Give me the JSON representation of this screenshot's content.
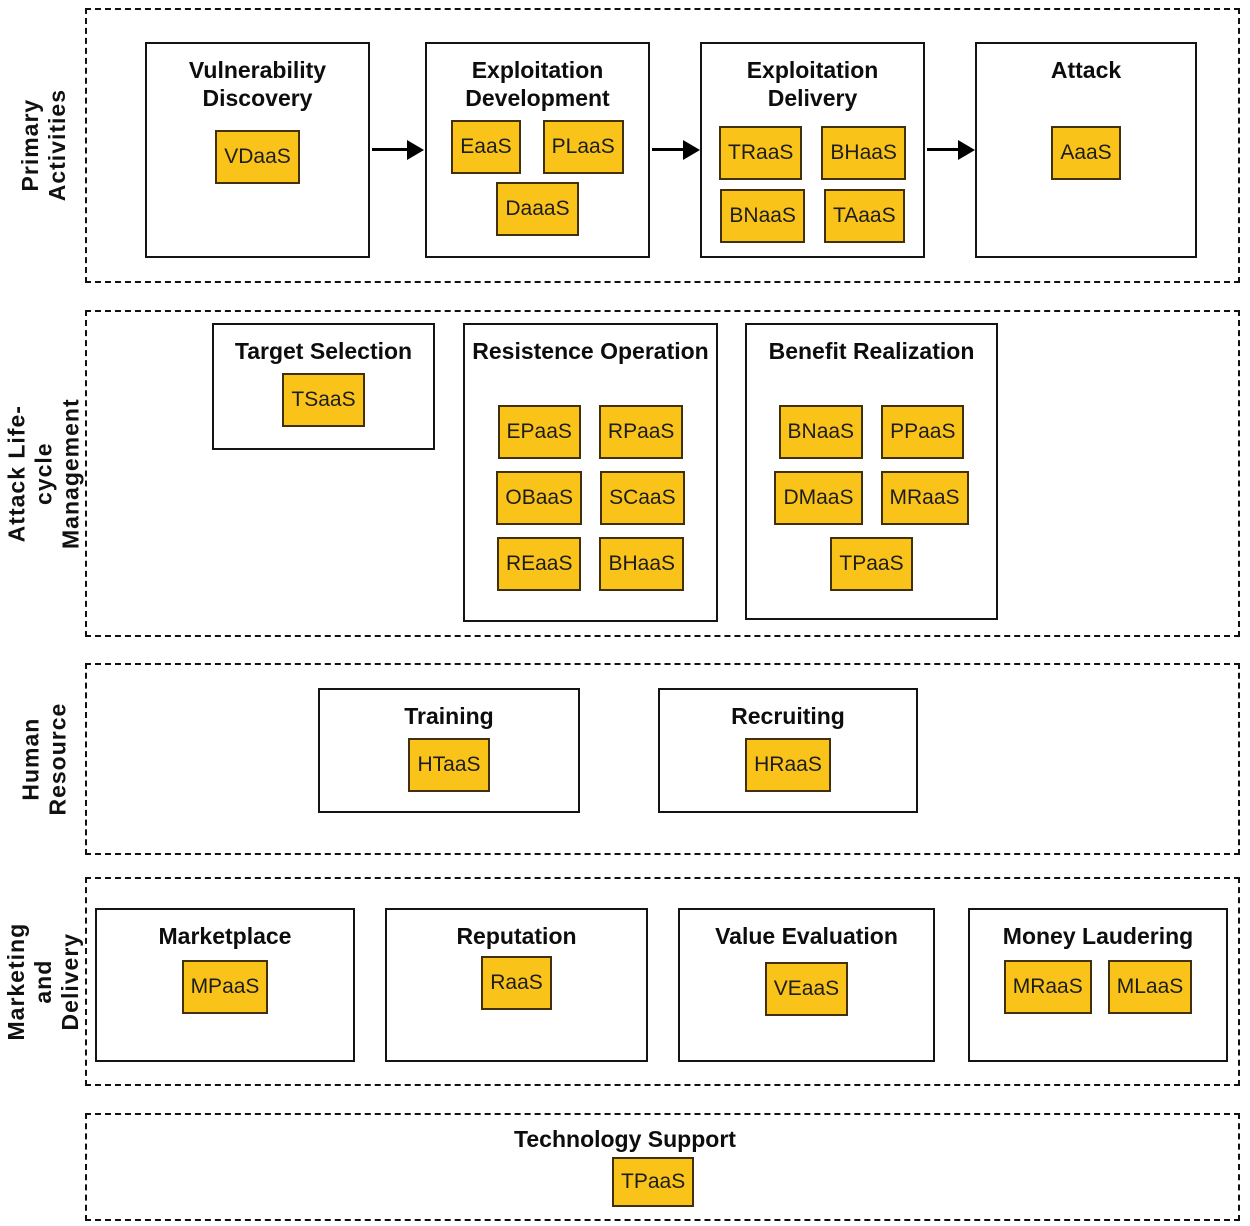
{
  "colors": {
    "chip_fill": "#F9C319",
    "chip_border": "#42300A",
    "box_border": "#141414",
    "section_dash_border": "#111111",
    "arrow": "#000000",
    "background": "#FFFFFF"
  },
  "primary": {
    "label": "Primary Activities",
    "boxes": {
      "vulnerability_discovery": {
        "title": "Vulnerability\nDiscovery",
        "chips": [
          "VDaaS"
        ]
      },
      "exploitation_development": {
        "title": "Exploitation\nDevelopment",
        "chips": [
          "EaaS",
          "PLaaS",
          "DaaaS"
        ]
      },
      "exploitation_delivery": {
        "title": "Exploitation\nDelivery",
        "chips": [
          "TRaaS",
          "BHaaS",
          "BNaaS",
          "TAaaS"
        ]
      },
      "attack": {
        "title": "Attack",
        "chips": [
          "AaaS"
        ]
      }
    }
  },
  "lifecycle": {
    "label": "Attack Life-cycle Management",
    "boxes": {
      "target_selection": {
        "title": "Target Selection",
        "chips": [
          "TSaaS"
        ]
      },
      "resistence_operation": {
        "title": "Resistence Operation",
        "chips": [
          "EPaaS",
          "RPaaS",
          "OBaaS",
          "SCaaS",
          "REaaS",
          "BHaaS"
        ]
      },
      "benefit_realization": {
        "title": "Benefit Realization",
        "chips": [
          "BNaaS",
          "PPaaS",
          "DMaaS",
          "MRaaS",
          "TPaaS"
        ]
      }
    }
  },
  "human": {
    "label": "Human Resource",
    "boxes": {
      "training": {
        "title": "Training",
        "chips": [
          "HTaaS"
        ]
      },
      "recruiting": {
        "title": "Recruiting",
        "chips": [
          "HRaaS"
        ]
      }
    }
  },
  "marketing": {
    "label": "Marketing\nand Delivery",
    "boxes": {
      "marketplace": {
        "title": "Marketplace",
        "chips": [
          "MPaaS"
        ]
      },
      "reputation": {
        "title": "Reputation",
        "chips": [
          "RaaS"
        ]
      },
      "value_evaluation": {
        "title": "Value Evaluation",
        "chips": [
          "VEaaS"
        ]
      },
      "money_laudering": {
        "title": "Money Laudering",
        "chips": [
          "MRaaS",
          "MLaaS"
        ]
      }
    }
  },
  "technology": {
    "title": "Technology Support",
    "chips": [
      "TPaaS"
    ]
  }
}
